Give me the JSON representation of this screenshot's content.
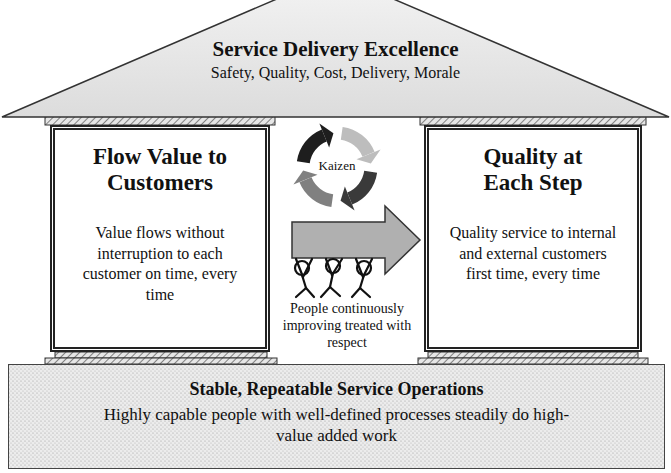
{
  "diagram": {
    "nodes": [
      {
        "text": [
          "Service Delivery Excellence",
          "Safety, Quality, Cost, Delivery, Morale"
        ]
      },
      {
        "text": [
          "Flow Value to Customers",
          "Value flows without interruption to each customer on time, every time"
        ]
      },
      {
        "text": [
          "Quality at Each Step",
          "Quality service to internal and external customers first time, every time"
        ]
      },
      {
        "text": [
          "Stable, Repeatable Service Operations",
          "Highly capable people with well-defined processes steadily do high-value added work"
        ]
      }
    ],
    "labels": [
      "Kaizen",
      "People continuously improving treated with respect"
    ]
  }
}
